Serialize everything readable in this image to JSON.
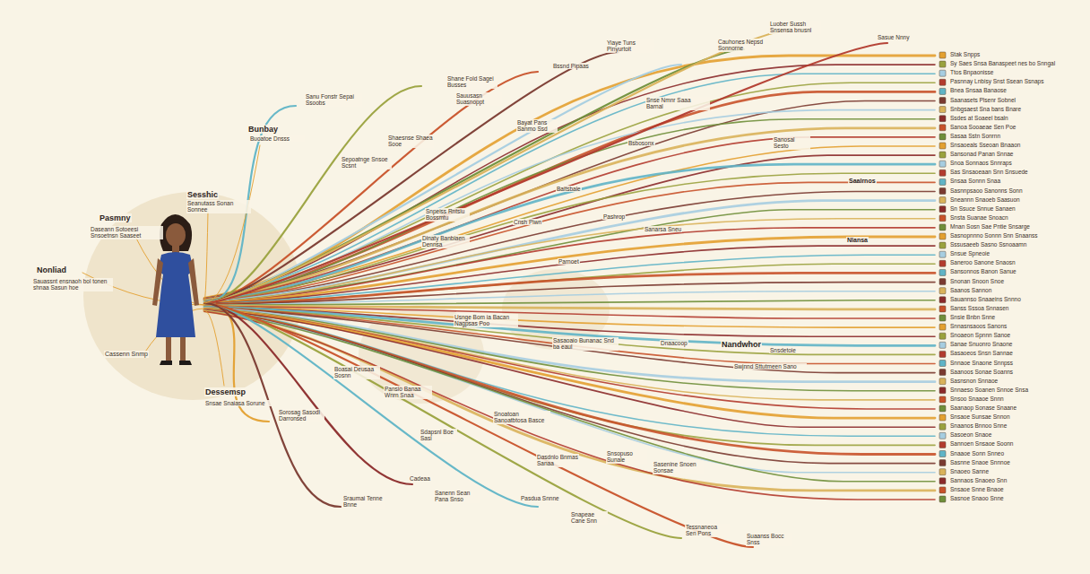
{
  "diagram": {
    "labels": [
      "Nonliad",
      "Sauassnt ensnaoh bol tonen shnaa Sasun hoe",
      "Pasmny",
      "Daseann Sotoeesi Snsoetnsn Saaseet",
      "Sesshic",
      "Seanutass Sonan Sonnee",
      "Bunbay",
      "Buoatoe Dnsss",
      "Cassenn Snmp",
      "Dessemsp",
      "Snsae Snaiasa Sorune",
      "Nandwhor",
      "Sanu Fonstr Sepai Ssoobs",
      "Shane Fold Sagei Busses",
      "Bssnd Pipaas",
      "Yiaye Tuns Pinyurtoit",
      "Cauhones Nepsd Sonnorne",
      "Luober Sussh Snsensa bnusnl",
      "Sasue Nnny",
      "Sauusasn Suasnoppt",
      "Shaesnse Shaea Sooe",
      "Sepoatnge Snsoe Scsnt",
      "Bayat Pans Sanmo Ssd",
      "Snse Nmnr Saaa Barnal",
      "Bsbosonx",
      "Sanosal Sesto",
      "Saalrnos",
      "Baitsbale",
      "Cnsh Piwn",
      "Snpeiss Rntsiu Bossmtu",
      "Dlnaty Banbiaen Dennsa",
      "Pashrop",
      "Sanarsa Sneu",
      "Nlansa",
      "Parnoet",
      "Usnge Bom ia Bacan Nagpsas Poo",
      "Sasaoaio Bunanac Snd ba eaul",
      "Dnaacoop",
      "Snsdetoie",
      "Swjnnd Sttutmeen Sano",
      "Boasai Deusaa Sosnn",
      "Pansio Banaa Wnrn Snaa",
      "Sorosag Sasodi Darronsed",
      "Sdapsnl Boe Sasi",
      "Snoatoan Sanoatbtosa Basce",
      "Dasdnlo Bnmas Sanaa",
      "Snsopuso Sunaie",
      "Sasenine Snoen Sonsae",
      "Cadeaa",
      "Sanenn Sean Pana Snso",
      "Sraumai Tenne Bnne",
      "Pasdua Snnne",
      "Snapeae Cane Snn",
      "Tessnaneoa Sen Pons",
      "Suaanss Bocc Snss",
      "Stak Snpps",
      "Sy Saes Snsa Banaspeet nes bo Snngal",
      "Ttos Bnpaonisse",
      "Pasnnay Lnbisy Snst Ssean Ssnaps",
      "Bnea Snsaa Banaose",
      "Saanasets Plsenr Sobnel",
      "Snbgsaest Sna bans Bnare",
      "Ssdes at Soaeel bsaln",
      "Sanoa Sooaeae Sen Poe",
      "Sasaa Sstn Sonrnn",
      "Snsaoeals Sseoan Bnaaon",
      "Sansonad Panan Snnae",
      "Snoa Sonnaos Snnraps",
      "Sas Snsaoeaan Snn Snsuede",
      "Snsaa Sonnn Snaa",
      "Sasnnpsaoo Sanonns Sonn",
      "Sneannn Snaoeb Saasuon",
      "Sn Ssuce Snnue Sanaen",
      "Snsta Suanae Snoacn",
      "Mnan Sosn Sae Pntie Snsarge",
      "Sasnopnnno Sonnn Snn Snaanss",
      "Sssusaeeb Sasno Ssnoaamn",
      "Snsue Spneoie",
      "Saneroo Sanone Snaosn",
      "Sansonnos Banon Sanue",
      "Snonan Snoon Snoe",
      "Saanos Sannon",
      "Sauannso Snaaeins Snnno",
      "Sanss Sssoa Snnasen",
      "Snsie Bnbn Snne",
      "Snnasnsaoos Sanons",
      "Snoaeon Spnnn Sanoe",
      "Sanae Snuonro Snaone",
      "Sasaoeos Snsn Sannae",
      "Snnaoe Snaone Snnpss",
      "Saanoos Sonae Soanns",
      "Sasnsnon Snnaoe",
      "Snnaeso Soanen Snnoe Snsa",
      "Snsoo Snaaoe Snnn",
      "Saanaop Sonase Snaane",
      "Snsaoe Sunsae Snnon",
      "Snaanos Bnnoo Snne",
      "Sasoeon Snaoe",
      "Sannoen Snsaoe Soonn",
      "Snaaoe Sonn Snneo",
      "Sasnne Snaoe Snnnoe",
      "Snaoeo Sanne",
      "Sannaos Snaoeo Snn",
      "Snsaoe Snne Bnaoe",
      "Sasnoe Snaoo Snne"
    ]
  }
}
